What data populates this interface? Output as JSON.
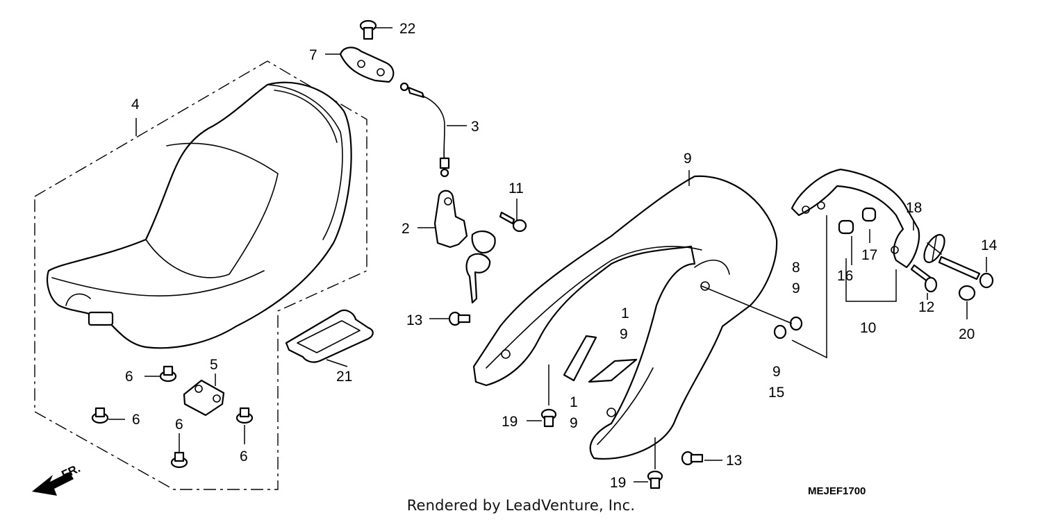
{
  "callouts": {
    "c1": "1",
    "c2": "2",
    "c3": "3",
    "c4": "4",
    "c5": "5",
    "c6": "6",
    "c7": "7",
    "c8": "8",
    "c9": "9",
    "c10": "10",
    "c11": "11",
    "c12": "12",
    "c13": "13",
    "c14": "14",
    "c15": "15",
    "c16": "16",
    "c17": "17",
    "c18": "18",
    "c19": "19",
    "c20": "20",
    "c21": "21",
    "c22": "22"
  },
  "front_arrow_label": "FR.",
  "diagram_code": "MEJEF1700",
  "credit": "Rendered by LeadVenture, Inc."
}
